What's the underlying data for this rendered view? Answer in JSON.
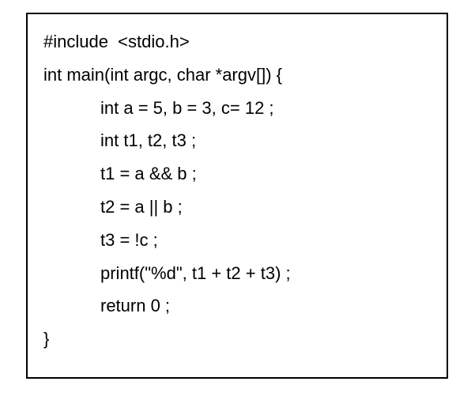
{
  "code": {
    "lines": [
      {
        "text": "#include  <stdio.h>",
        "indent": 0
      },
      {
        "text": "int main(int argc, char *argv[]) {",
        "indent": 0
      },
      {
        "text": "int a = 5, b = 3, c= 12 ;",
        "indent": 1
      },
      {
        "text": "int t1, t2, t3 ;",
        "indent": 1
      },
      {
        "text": "t1 = a && b ;",
        "indent": 1
      },
      {
        "text": "t2 = a || b ;",
        "indent": 1
      },
      {
        "text": "t3 = !c ;",
        "indent": 1
      },
      {
        "text": "printf(\"%d\", t1 + t2 + t3) ;",
        "indent": 1
      },
      {
        "text": "return 0 ;",
        "indent": 1
      },
      {
        "text": "}",
        "indent": 0
      }
    ]
  }
}
